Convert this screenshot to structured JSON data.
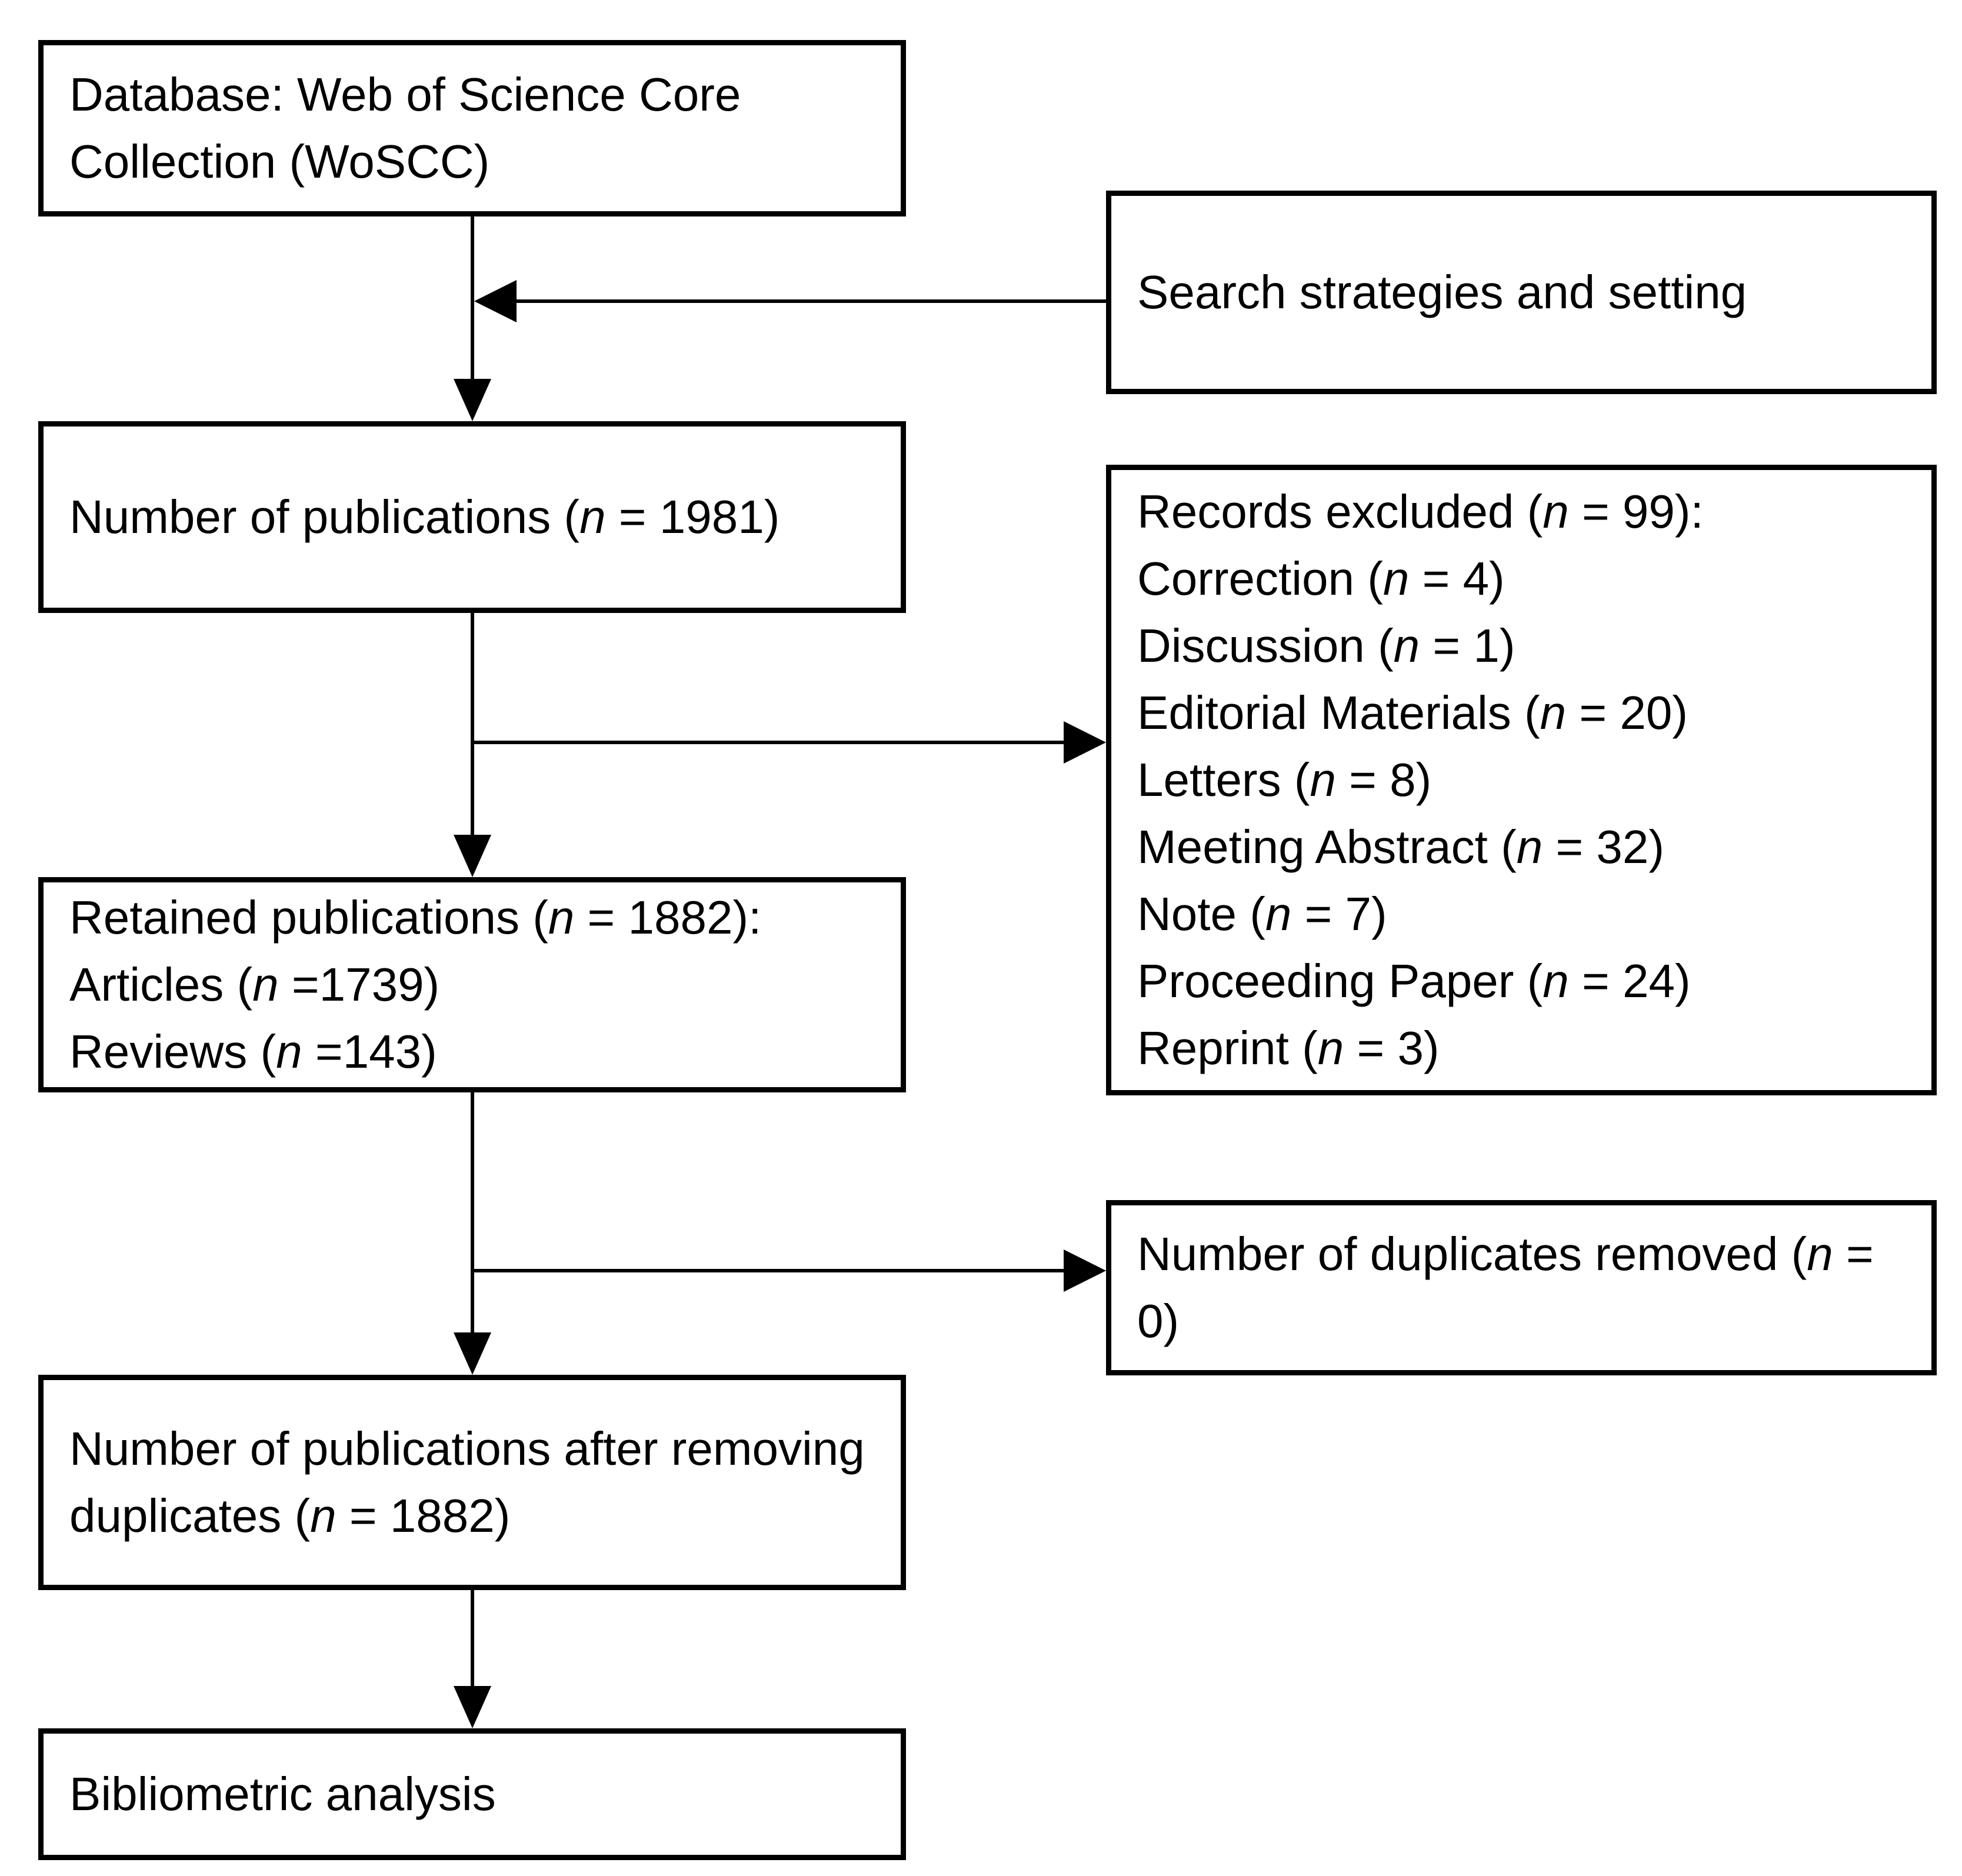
{
  "colors": {
    "background": "#ffffff",
    "line": "#000000",
    "text": "#000000"
  },
  "flowchart": {
    "boxes": {
      "database": {
        "text": "Database: Web of Science Core Collection (WoSCC)"
      },
      "search": {
        "text": "Search strategies and setting"
      },
      "publications": {
        "text": "Number of publications (n = 1981)"
      },
      "records_excluded": {
        "lines": [
          "Records excluded (n = 99):",
          "Correction (n = 4)",
          "Discussion (n = 1)",
          "Editorial Materials (n = 20)",
          "Letters (n = 8)",
          "Meeting Abstract (n = 32)",
          "Note (n = 7)",
          "Proceeding Paper (n = 24)",
          "Reprint (n = 3)"
        ]
      },
      "retained": {
        "lines": [
          "Retained publications (n = 1882):",
          "Articles (n =1739)",
          "Reviews (n =143)"
        ]
      },
      "duplicates_removed": {
        "text": "Number of duplicates removed (n = 0)"
      },
      "after_duplicates": {
        "text": "Number of publications after removing duplicates (n = 1882)"
      },
      "bibliometric": {
        "text": "Bibliometric analysis"
      }
    }
  }
}
